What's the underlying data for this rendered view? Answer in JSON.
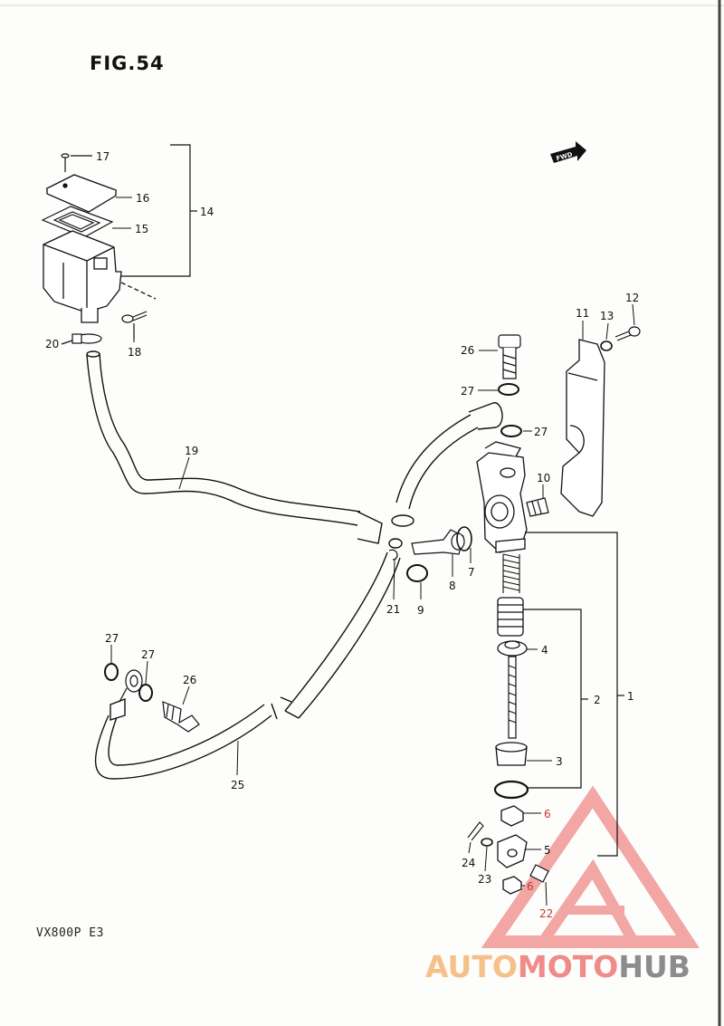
{
  "figure": {
    "title": "FIG.54",
    "model_code": "VX800P E3"
  },
  "fwd_badge": "FWD",
  "watermark": {
    "part1": "AUTO",
    "part2": "MOTO",
    "part3": "HUB"
  },
  "callouts": [
    {
      "id": "c17",
      "text": "17"
    },
    {
      "id": "c16",
      "text": "16"
    },
    {
      "id": "c15",
      "text": "15"
    },
    {
      "id": "c14",
      "text": "14"
    },
    {
      "id": "c18",
      "text": "18"
    },
    {
      "id": "c20",
      "text": "20"
    },
    {
      "id": "c19",
      "text": "19"
    },
    {
      "id": "c11",
      "text": "11"
    },
    {
      "id": "c12",
      "text": "12"
    },
    {
      "id": "c13",
      "text": "13"
    },
    {
      "id": "c26a",
      "text": "26"
    },
    {
      "id": "c27a",
      "text": "27"
    },
    {
      "id": "c27b",
      "text": "27"
    },
    {
      "id": "c10",
      "text": "10"
    },
    {
      "id": "c7",
      "text": "7"
    },
    {
      "id": "c8",
      "text": "8"
    },
    {
      "id": "c9",
      "text": "9"
    },
    {
      "id": "c21",
      "text": "21"
    },
    {
      "id": "c4",
      "text": "4"
    },
    {
      "id": "c2",
      "text": "2"
    },
    {
      "id": "c1",
      "text": "1"
    },
    {
      "id": "c3",
      "text": "3"
    },
    {
      "id": "c27c",
      "text": "27"
    },
    {
      "id": "c27d",
      "text": "27"
    },
    {
      "id": "c26b",
      "text": "26"
    },
    {
      "id": "c25",
      "text": "25"
    },
    {
      "id": "c6a",
      "text": "6"
    },
    {
      "id": "c5",
      "text": "5"
    },
    {
      "id": "c24",
      "text": "24"
    },
    {
      "id": "c23",
      "text": "23"
    },
    {
      "id": "c6b",
      "text": "6"
    },
    {
      "id": "c22",
      "text": "22"
    }
  ]
}
